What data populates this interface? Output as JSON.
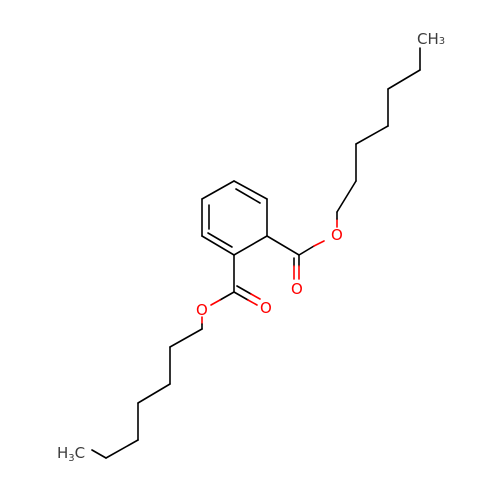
{
  "molecule": {
    "labels": {
      "methyl_top": {
        "main": "CH",
        "sub": "3"
      },
      "methyl_bottom": {
        "pre": "H",
        "sub": "3",
        "main": "C"
      },
      "ester_o_right": "O",
      "carbonyl_o_right": "O",
      "ester_o_left": "O",
      "carbonyl_o_left": "O"
    },
    "colors": {
      "bond": "#000000",
      "oxygen": "#ff0000",
      "carbon_label": "#3c3c3c"
    }
  }
}
